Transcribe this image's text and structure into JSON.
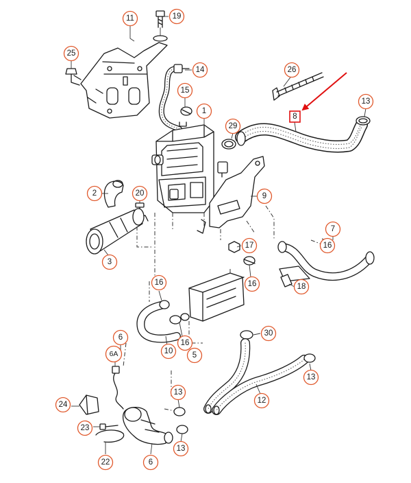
{
  "colors": {
    "callout_ring": "#e0582b",
    "arrow": "#e01010",
    "line": "#1a1a1a",
    "background": "#ffffff"
  },
  "highlighted_part": "8",
  "callouts": [
    "11",
    "19",
    "25",
    "14",
    "15",
    "1",
    "26",
    "13",
    "29",
    "8",
    "2",
    "20",
    "9",
    "3",
    "7",
    "16",
    "17",
    "18",
    "30",
    "6",
    "6A",
    "10",
    "5",
    "12",
    "24",
    "23",
    "22"
  ]
}
